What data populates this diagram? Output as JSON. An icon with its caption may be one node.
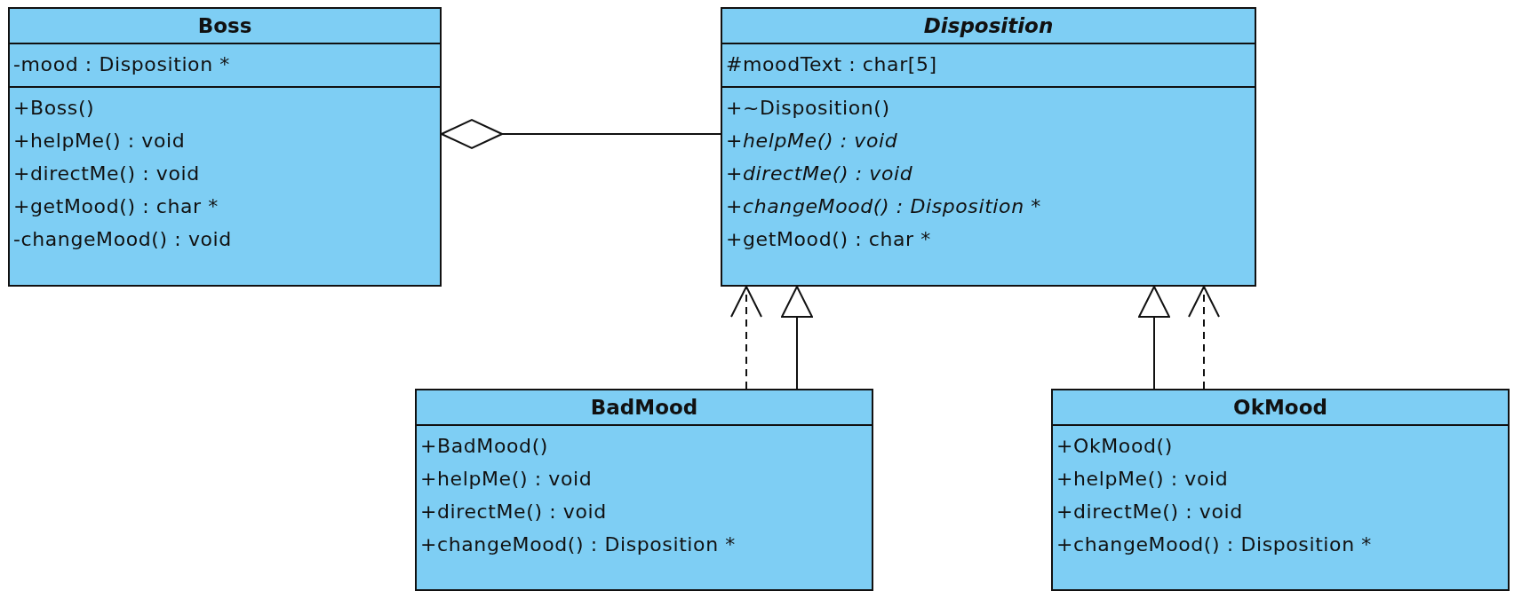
{
  "diagram": {
    "nodes": [
      {
        "text": [
          "Boss"
        ]
      },
      {
        "text": [
          "-mood : Disposition *"
        ],
        "in": 0
      },
      {
        "text": [
          "+Boss()",
          "+helpMe() : void",
          "+directMe() : void",
          "+getMood() : char *",
          "-changeMood() : void"
        ],
        "in": 0
      },
      {
        "text": [
          "*Disposition*"
        ]
      },
      {
        "text": [
          "#moodText : char[5]"
        ],
        "in": 3
      },
      {
        "text": [
          "+~Disposition()",
          "*+helpMe() : void*",
          "*+directMe() : void*",
          "*+changeMood() : Disposition* *",
          "+getMood() : char *"
        ],
        "in": 3
      },
      {
        "text": [
          "BadMood"
        ]
      },
      {
        "text": [
          "+BadMood()",
          "+helpMe() : void",
          "+directMe() : void",
          "+changeMood() : Disposition *"
        ],
        "in": 6
      },
      {
        "text": [
          "OkMood"
        ]
      },
      {
        "text": [
          "+OkMood()",
          "+helpMe() : void",
          "+directMe() : void",
          "+changeMood() : Disposition *"
        ],
        "in": 8
      }
    ],
    "edges": [
      {
        "from": 0,
        "to": 3,
        "arrow": "other"
      },
      {
        "from": 6,
        "to": 3,
        "arrow": "to",
        "style": "dashed"
      },
      {
        "from": 6,
        "to": 3,
        "arrow": "to"
      },
      {
        "from": 8,
        "to": 3,
        "arrow": "to"
      },
      {
        "from": 8,
        "to": 3,
        "arrow": "to",
        "style": "dashed"
      }
    ]
  }
}
